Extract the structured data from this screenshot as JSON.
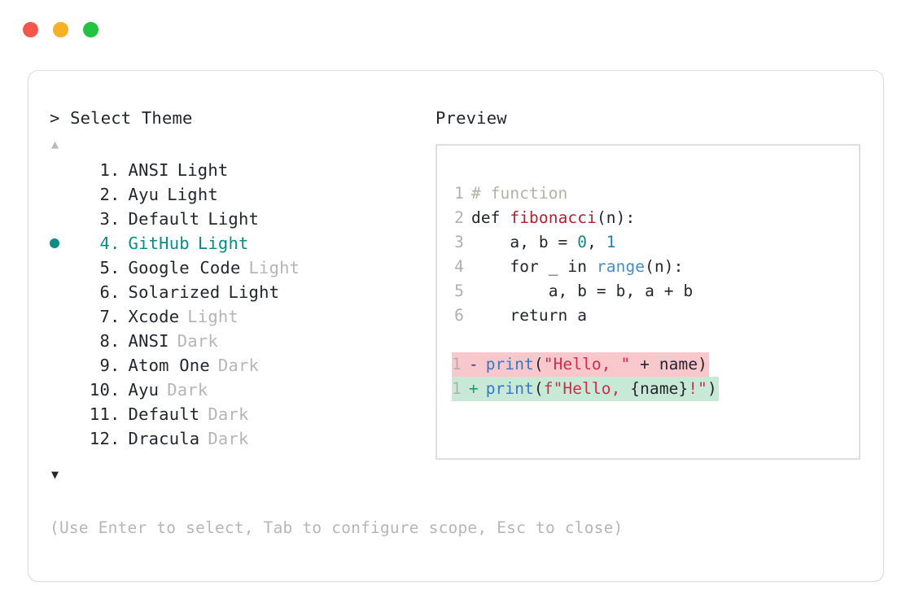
{
  "window": {
    "buttons": [
      {
        "name": "close",
        "color": "#f4564c"
      },
      {
        "name": "minimize",
        "color": "#f6b024"
      },
      {
        "name": "maximize",
        "color": "#22c33e"
      }
    ]
  },
  "prompt": {
    "caret": ">",
    "title": "Select Theme"
  },
  "scroll": {
    "up_glyph": "▲",
    "down_glyph": "▼",
    "up_enabled": false,
    "down_enabled": true
  },
  "themes": {
    "selected_index": 4,
    "bullet_glyph": "●",
    "accent_color": "#0d8b85",
    "items": [
      {
        "number": "1",
        "name": "ANSI",
        "suffix": "Light",
        "suffix_muted": false
      },
      {
        "number": "2",
        "name": "Ayu",
        "suffix": "Light",
        "suffix_muted": false
      },
      {
        "number": "3",
        "name": "Default",
        "suffix": "Light",
        "suffix_muted": false
      },
      {
        "number": "4",
        "name": "GitHub",
        "suffix": "Light",
        "suffix_muted": false
      },
      {
        "number": "5",
        "name": "Google Code",
        "suffix": "Light",
        "suffix_muted": true
      },
      {
        "number": "6",
        "name": "Solarized",
        "suffix": "Light",
        "suffix_muted": false
      },
      {
        "number": "7",
        "name": "Xcode",
        "suffix": "Light",
        "suffix_muted": true
      },
      {
        "number": "8",
        "name": "ANSI",
        "suffix": "Dark",
        "suffix_muted": true
      },
      {
        "number": "9",
        "name": "Atom One",
        "suffix": "Dark",
        "suffix_muted": true
      },
      {
        "number": "10",
        "name": "Ayu",
        "suffix": "Dark",
        "suffix_muted": true
      },
      {
        "number": "11",
        "name": "Default",
        "suffix": "Dark",
        "suffix_muted": true
      },
      {
        "number": "12",
        "name": "Dracula",
        "suffix": "Dark",
        "suffix_muted": true
      }
    ]
  },
  "hint": {
    "text": "(Use Enter to select, Tab to configure scope, Esc to close)"
  },
  "preview": {
    "label": "Preview",
    "code_lines": [
      {
        "number": "1",
        "tokens": [
          {
            "text": "# function",
            "style": "tok-comment"
          }
        ]
      },
      {
        "number": "2",
        "tokens": [
          {
            "text": "def ",
            "style": "tok-kw"
          },
          {
            "text": "fibonacci",
            "style": "tok-fn"
          },
          {
            "text": "(n):",
            "style": "tok-punct"
          }
        ]
      },
      {
        "number": "3",
        "tokens": [
          {
            "text": "    a, b = ",
            "style": "tok-plain"
          },
          {
            "text": "0",
            "style": "tok-num"
          },
          {
            "text": ", ",
            "style": "tok-plain"
          },
          {
            "text": "1",
            "style": "tok-num2"
          }
        ]
      },
      {
        "number": "4",
        "tokens": [
          {
            "text": "    for _ in ",
            "style": "tok-plain"
          },
          {
            "text": "range",
            "style": "tok-builtin"
          },
          {
            "text": "(n):",
            "style": "tok-punct"
          }
        ]
      },
      {
        "number": "5",
        "tokens": [
          {
            "text": "        a, b = b, a + b",
            "style": "tok-plain"
          }
        ]
      },
      {
        "number": "6",
        "tokens": [
          {
            "text": "    return a",
            "style": "tok-plain"
          }
        ]
      }
    ],
    "diff_lines": [
      {
        "number": "1",
        "kind": "del",
        "sign": "-",
        "tokens": [
          {
            "text": "print",
            "style": "tok-call"
          },
          {
            "text": "(",
            "style": "tok-punct"
          },
          {
            "text": "\"Hello, \"",
            "style": "tok-str"
          },
          {
            "text": " + name)",
            "style": "tok-plain"
          }
        ]
      },
      {
        "number": "1",
        "kind": "add",
        "sign": "+",
        "tokens": [
          {
            "text": "print",
            "style": "tok-call"
          },
          {
            "text": "(",
            "style": "tok-punct"
          },
          {
            "text": "f\"Hello, ",
            "style": "tok-str"
          },
          {
            "text": "{name}",
            "style": "tok-plain"
          },
          {
            "text": "!\"",
            "style": "tok-str"
          },
          {
            "text": ")",
            "style": "tok-punct"
          }
        ]
      }
    ],
    "diff_colors": {
      "removed_bg": "#f9c8cd",
      "added_bg": "#c9e9d7"
    }
  }
}
